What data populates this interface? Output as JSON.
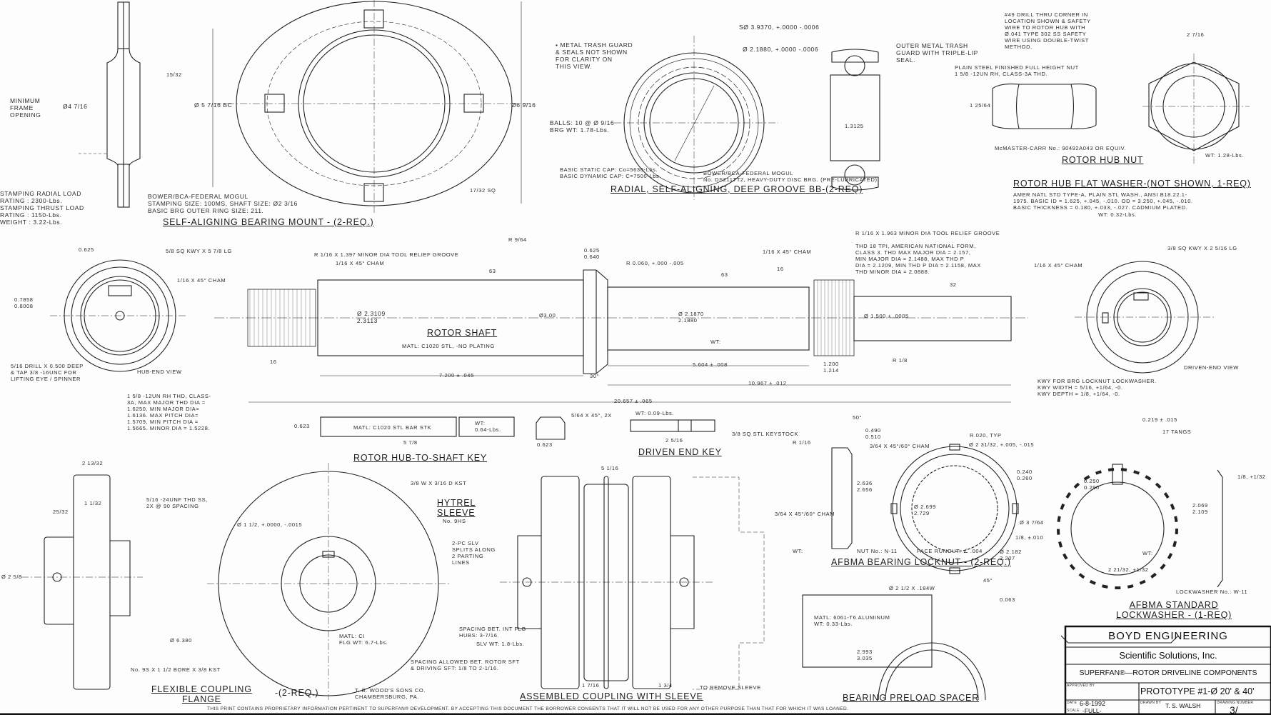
{
  "title_block": {
    "company": "BOYD ENGINEERING",
    "client": "Scientific Solutions, Inc.",
    "project": "SUPERFAN®—ROTOR DRIVELINE COMPONENTS",
    "approved_by_label": "APPROVED BY",
    "prototype": "PROTOTYPE #1-Ø 20' & 40'",
    "date_label": "DATE",
    "date": "6-8-1992",
    "drawn_by_label": "DRAWN BY",
    "drawn_by": "T. S. WALSH",
    "drawing_number_label": "DRAWING NUMBER",
    "drawing_number": "3/",
    "scale_label": "SCALE",
    "scale": "-FULL-"
  },
  "notice": "THIS PRINT CONTAINS PROPRIETARY INFORMATION PERTINENT TO SUPERFAN® DEVELOPMENT.  BY ACCEPTING THIS DOCUMENT THE BORROWER CONSENTS THAT IT WILL NOT BE USED FOR ANY OTHER PURPOSE THAN THAT FOR WHICH IT WAS LOANED.",
  "bearing_mount": {
    "title": "SELF-ALIGNING BEARING MOUNT - (2-REQ.)",
    "min_frame": "MINIMUM\nFRAME\nOPENING",
    "dia_opening": "Ø4 7/16",
    "thickness": "15/32",
    "bc": "Ø 5 7/16 BC",
    "od": "Ø6 9/16",
    "sq": "17/32 SQ",
    "ratings": "STAMPING RADIAL LOAD\n  RATING : 2300-Lbs.\nSTAMPING THRUST LOAD\n  RATING : 1150-Lbs.\nWEIGHT : 3.22-Lbs.",
    "maker": "BOWER/BCA-FEDERAL MOGUL\n  STAMPING SIZE: 100MS,  SHAFT SIZE: Ø2 3/16\n    BASIC BRG OUTER RING SIZE: 211."
  },
  "bearing": {
    "title": "RADIAL, SELF-ALIGNING, DEEP GROOVE BB-(2-REQ)",
    "note": "• METAL TRASH GUARD\n  & SEALS NOT SHOWN\n  FOR CLARITY ON\n  THIS VIEW.",
    "sphere": "SØ 3.9370, +.0000 -.0006",
    "bore": "Ø 2.1880, +.0000 -.0006",
    "outer_guard": "OUTER METAL TRASH\nGUARD WITH TRIPLE-LIP\nSEAL.",
    "balls": "BALLS: 10 @ Ø 9/16\nBRG  WT: 1.78-Lbs.",
    "width": "1.3125",
    "caps": "BASIC STATIC CAP: Co=5630-Lbs.\nBASIC DYNAMIC CAP: C=7500-Lbs.",
    "maker": "BOWER/BCA-FEDERAL MOGUL\n  No. DS211TT2,  HEAVY-DUTY DISC BRG.  (PRE-LUBRICATED)."
  },
  "hub_nut": {
    "drill_note": "#49 DRILL THRU CORNER IN\nLOCATION SHOWN & SAFETY\nWIRE TO ROTOR HUB WITH\nØ.041 TYPE 302 SS SAFETY\nWIRE USING DOUBLE-TWIST\nMETHOD.",
    "spec": "PLAIN STEEL FINISHED FULL HEIGHT NUT\n1 5/8 -12UN RH, CLASS-3A THD.",
    "height": "1 25/64",
    "across": "2 7/16",
    "mcmaster": "McMASTER-CARR No.: 90492A043 OR EQUIV.",
    "title": "ROTOR HUB NUT",
    "weight": "WT: 1.28-Lbs."
  },
  "washer": {
    "title": "ROTOR HUB FLAT WASHER-(NOT SHOWN, 1-REQ)",
    "spec": "AMER NATL STD TYPE-A, PLAIN STL WASH., ANSI B18.22.1-\n1975.  BASIC ID = 1.625, +.045, -.010.  OD = 3.250, +.045, -.010.\nBASIC THICKNESS = 0.180, +.033, -.027.  CADMIUM PLATED.",
    "weight": "WT: 0.32-Lbs."
  },
  "shaft": {
    "title": "ROTOR SHAFT",
    "material": "MATL: C1020 STL, -NO PLATING",
    "kwy_hub": "5/8 SQ KWY X 5 7/8 LG",
    "kw_width": "0.625",
    "kw_depth": "0.7858\n0.8008",
    "cham1": "1/16 X 45° CHAM",
    "cham2": "1/16 X 45° CHAM",
    "groove1": "R 1/16 X 1.397 MINOR DIA TOOL RELIEF GROOVE",
    "r_964": "R 9/64",
    "finish63": "63",
    "finish16": "16",
    "dia1": "Ø 2.3109\n   2.3113",
    "drill": "5/16 DRILL X 0.500 DEEP\n& TAP 3/8 -16UNC FOR\nLIFTING EYE / SPINNER",
    "hub_view": "HUB-END VIEW",
    "thread_spec": "1 5/8 -12UN RH THD, CLASS-\n3A, MAX MAJOR THD DIA =\n1.6250, MIN MAJOR DIA=\n1.6136. MAX PITCH DIA=\n1.5709, MIN PITCH DIA =\n1.5665. MINOR DIA = 1.5228.",
    "len1": "7.200 ± .045",
    "collar": "0.625\n0.640",
    "r060": "R 0.060, +.000 -.005",
    "dia3": "Ø3.00",
    "angle30": "30°",
    "dia2": "Ø 2.1870\n   2.1880",
    "wt": "WT:",
    "len2": "5.604 ± .008",
    "cham3": "1/16 X 45° CHAM",
    "finish16b": "16",
    "finish63b": "63",
    "groove2": "R 1/16 X 1.963 MINOR DIA TOOL RELIEF GROOVE",
    "thread2": "THD 18 TPI, AMERICAN NATIONAL FORM,\nCLASS 3. THD MAX MAJOR DIA = 2.157,\nMIN MAJOR DIA = 2.1488, MAX THD P\nDIA = 2.1209, MIN THD P DIA = 2.1158, MAX\nTHD MINOR DIA = 2.0888.",
    "len_thd": "1.200\n1.214",
    "r18": "R 1/8",
    "dia4": "Ø 1.500 ± .0005",
    "finish32": "32",
    "cham4": "1/16 X 45° CHAM",
    "len3": "10.967 ± .012",
    "len_total": "20.657 ± .065",
    "kwy_drive": "3/8 SQ KWY X 2 5/16 LG",
    "drive_view": "DRIVEN-END VIEW",
    "kwy_locknut": "KWY FOR BRG LOCKNUT LOCKWASHER.\nKWY WIDTH = 5/16, +1/64, -0.\nKWY DEPTH = 1/8, +1/64, -0."
  },
  "hub_key": {
    "height": "0.623",
    "material": "MATL: C1020 STL BAR STK",
    "weight": "WT:\n0.64-Lbs.",
    "length": "5 7/8",
    "title": "ROTOR HUB-TO-SHAFT KEY",
    "cham": "5/64 X 45°, 2X",
    "width": "0.623"
  },
  "driven_key": {
    "weight": "WT: 0.09-Lbs.",
    "length": "2 5/16",
    "title": "DRIVEN END KEY",
    "stock": "3/8 SQ STL KEYSTOCK"
  },
  "flange": {
    "width": "2 13/32",
    "hub_len": "1 1/32",
    "step": "25/32",
    "setscrew": "5/16 -24UNF THD SS,\n2X @ 90 SPACING",
    "hub_dia": "Ø 2 5/8",
    "bore": "Ø 1 1/2, +.0000, -.0015",
    "kst": "3/8 W X 3/16 D KST",
    "od": "Ø 6.380",
    "part_no": "No. 9S X 1 1/2 BORE X 3/8 KST",
    "material": "MATL: CI\nFLG WT: 6.7-Lbs.",
    "title": "FLEXIBLE COUPLING\nFLANGE",
    "req": "-(2-REQ.)",
    "maker": "T. B. WOOD'S SONS CO.\nCHAMBERSBURG, PA."
  },
  "coupling": {
    "sleeve": "HYTREL\nSLEEVE",
    "sleeve_no": "No. 9HS",
    "split": "2-PC SLV\nSPLITS ALONG\n2 PARTING\nLINES",
    "overall": "5 1/16",
    "spacing": "SPACING BET. INT FLG\nHUBS: 3-7/16.",
    "slv_wt": "SLV WT: 1.8-Lbs.",
    "allowed": "SPACING ALLOWED BET. ROTOR SFT\n& DRIVING SFT: 1/8 TO 2-1/16.",
    "dim_a": "1 7/16",
    "dim_b": "1 3/4",
    "remove": "TO REMOVE SLEEVE",
    "title": "ASSEMBLED COUPLING WITH SLEEVE"
  },
  "locknut": {
    "angle": "50°",
    "width": "0.490\n0.510",
    "r": "R 1/16",
    "cham_a": "3/64 X 45°/60° CHAM",
    "cham_b": "3/64 X 45°/60° CHAM",
    "height": "2.636\n2.656",
    "r020": "R.020, TYP",
    "thd": "Ø 2 31/32, +.005, -.015",
    "slot": "0.240\n0.260",
    "bore": "Ø 2.699\n   2.729",
    "od": "Ø 3 7/64",
    "slot_depth": "1/8, ±.010",
    "wt": "WT:",
    "nut_no": "NUT No.: N-11",
    "runout": "FACE RUNOUT: ∠ .004",
    "title": "AFBMA BEARING LOCKNUT - (2-REQ.)"
  },
  "lockwasher": {
    "tang_w": "0.219 ± .015",
    "tangs": "17 TANGS",
    "inner_tab": "0.250\n0.290",
    "thk": "1/8, +1/32",
    "id": "2.069\n2.109",
    "bore": "Ø 2.182\n   2.207",
    "wt": "WT:",
    "od": "2 21/32, +1/32",
    "angle": "45°",
    "t": "0.063",
    "no": "LOCKWASHER No.: W-11",
    "title": "AFBMA STANDARD\nLOCKWASHER - (1-REQ)"
  },
  "spacer": {
    "dia": "Ø 2 1/2 X .184W",
    "material": "MATL: 6061-T6 ALUMINUM\nWT: 0.33-Lbs.",
    "length": "2.993\n3.035",
    "title": "BEARING PRELOAD SPACER"
  },
  "colors": {
    "ink": "#222222",
    "paper": "#fdfdfd"
  }
}
